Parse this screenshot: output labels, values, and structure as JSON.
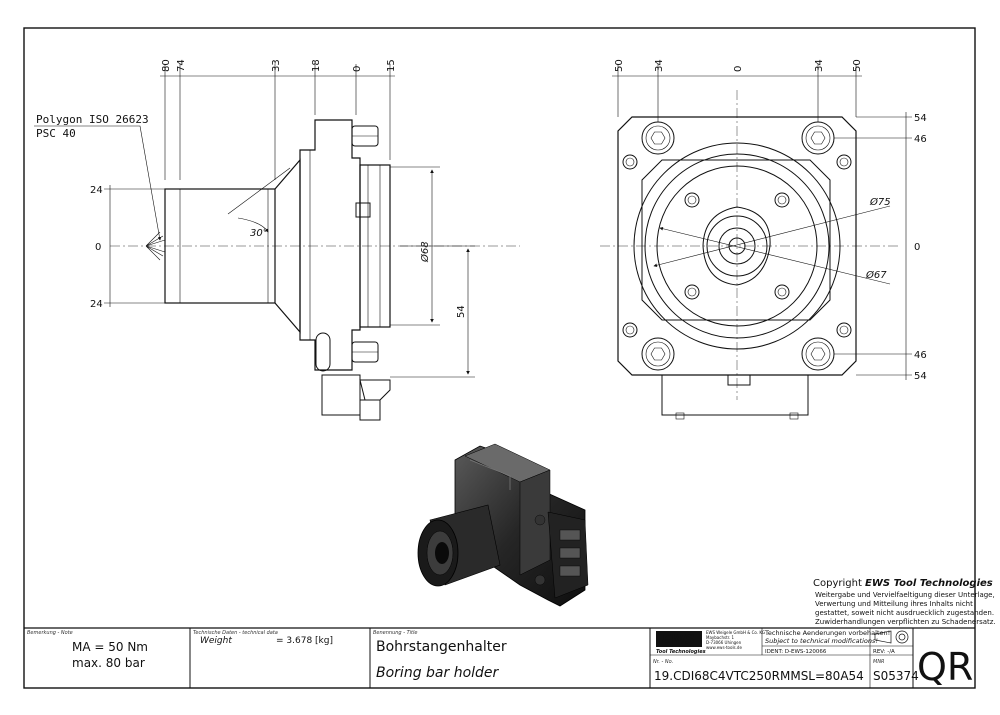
{
  "side_view": {
    "top_dims": [
      "80",
      "74",
      "33",
      "18",
      "0",
      "15"
    ],
    "left_dims": [
      "24",
      "0",
      "24"
    ],
    "polygon_label": [
      "Polygon ISO 26623",
      "PSC 40"
    ],
    "angle_label": "30°",
    "dia_label": "Ø68",
    "height_label": "54"
  },
  "front_view": {
    "top_dims": [
      "50",
      "34",
      "0",
      "34",
      "50"
    ],
    "right_dims": [
      "54",
      "46",
      "0",
      "46",
      "54"
    ],
    "dia_75": "Ø75",
    "dia_67": "Ø67"
  },
  "copyright": {
    "prefix": "Copyright ",
    "brand": "EWS Tool Technologies",
    "lines": [
      "Weitergabe und Vervielfaeltigung dieser Unterlage,",
      "Verwertung und Mitteilung ihres Inhalts nicht",
      "gestattet, soweit nicht ausdruecklich zugestanden.",
      "Zuwiderhandlungen verpflichten zu Schadenersatz."
    ]
  },
  "title_block": {
    "note_header": "Bemerkung - Note",
    "note_lines": [
      "MA = 50 Nm",
      "max. 80 bar"
    ],
    "tech_header": "Technische Daten - technical data",
    "weight_label": "Weight",
    "weight_value": "= 3.678 [kg]",
    "title_header": "Benennung - Title",
    "title_de": "Bohrstangenhalter",
    "title_en": "Boring bar holder",
    "logo_text": "EWS",
    "logo_sub": "Tool Technologies",
    "company_lines": [
      "EWS Weigele GmbH & Co. KG",
      "Maybachstr. 1",
      "D-73066 Uhingen",
      "www.ews-tools.de"
    ],
    "changes_de": "Technische Aenderungen vorbehalten!",
    "changes_en": "Subject to technical modifications!",
    "ident": "IDENT:  D-EWS-120066",
    "rev": "REV:  -/A",
    "nr_header": "Nr. - No.",
    "part_number": "19.CDI68C4VTC250RMMSL=80A54",
    "mnr_header": "MNR",
    "mnr": "S05374",
    "qr": "QR"
  }
}
